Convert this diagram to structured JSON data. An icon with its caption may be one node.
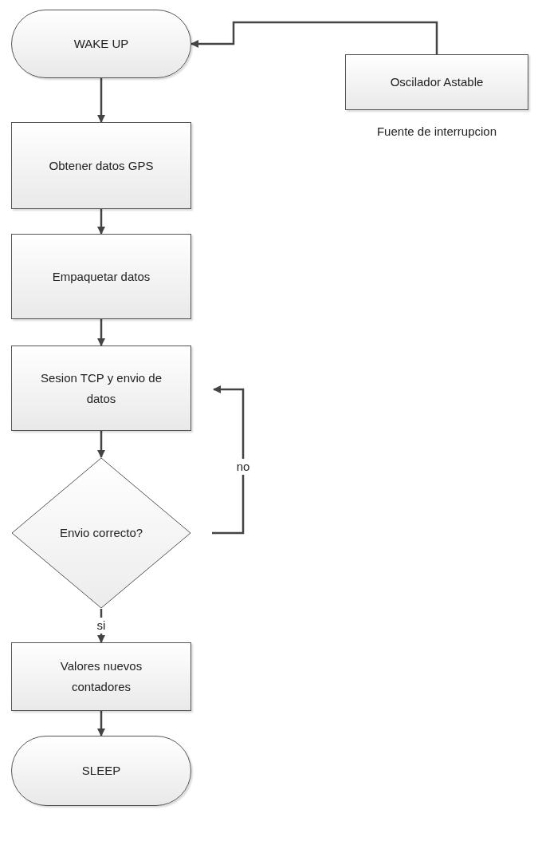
{
  "diagram": {
    "nodes": [
      {
        "text": [
          "WAKE UP"
        ]
      },
      {
        "text": [
          "Obtener datos GPS"
        ]
      },
      {
        "text": [
          "Empaquetar datos"
        ]
      },
      {
        "text": [
          "Sesion TCP y envio de datos"
        ]
      },
      {
        "text": [
          "Envio correcto?"
        ]
      },
      {
        "text": [
          "Valores nuevos contadores"
        ]
      },
      {
        "text": [
          "SLEEP"
        ]
      },
      {
        "text": [
          "Oscilador Astable"
        ],
        "beside": [
          "Fuente de interrupcion"
        ]
      }
    ],
    "edges": [
      {
        "from": 7,
        "to": 0,
        "arrow": "to"
      },
      {
        "from": 0,
        "to": 1,
        "arrow": "to"
      },
      {
        "from": 1,
        "to": 2,
        "arrow": "to"
      },
      {
        "from": 2,
        "to": 3,
        "arrow": "to"
      },
      {
        "from": 3,
        "to": 4,
        "arrow": "to"
      },
      {
        "from": 4,
        "to": 3,
        "arrow": "to",
        "label": "no"
      },
      {
        "from": 4,
        "to": 5,
        "arrow": "to",
        "label": "si"
      },
      {
        "from": 5,
        "to": 6,
        "arrow": "to"
      }
    ]
  }
}
